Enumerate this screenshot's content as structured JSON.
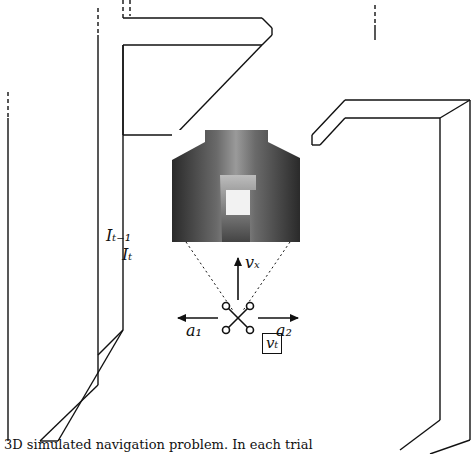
{
  "diagram": {
    "caption": "3D simulated navigation problem. In each trial",
    "nodes": [
      {
        "text": [
          "vₜ"
        ]
      }
    ],
    "labels": [
      "Iₜ₋₁",
      "Iₜ",
      "vₓ",
      "a₁",
      "a₂"
    ]
  }
}
